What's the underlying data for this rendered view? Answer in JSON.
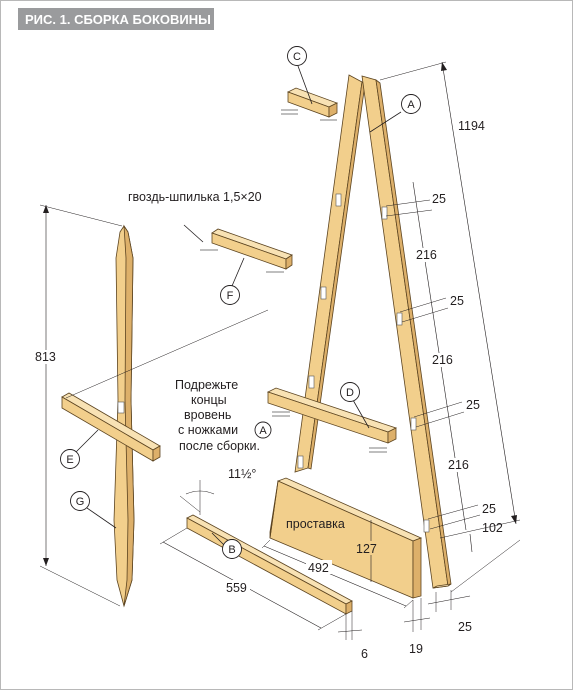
{
  "title": "РИС. 1. СБОРКА БОКОВИНЫ",
  "colors": {
    "title_bar": "#9a9b9d",
    "wood": "#f2cf8c",
    "border": "#b8b8b8"
  },
  "part_labels": {
    "A": "A",
    "B": "B",
    "C": "C",
    "D": "D",
    "E": "E",
    "F": "F",
    "G": "G"
  },
  "annotations": {
    "nail": "гвоздь-шпилька 1,5×20",
    "note_line1": "Подрежьте",
    "note_line2": "концы",
    "note_line3": "вровень",
    "note_line4": "с ножками",
    "note_line5": "после сборки.",
    "spacer": "проставка",
    "angle": "11½°"
  },
  "dimensions": {
    "height_total": "1194",
    "spacing_top": "25",
    "spacing_216_1": "216",
    "spacing_mid1": "25",
    "spacing_216_2": "216",
    "spacing_mid2": "25",
    "spacing_216_3": "216",
    "spacing_bot": "25",
    "base_depth": "102",
    "leg_width": "25",
    "gap_19": "19",
    "thickness_6": "6",
    "spacer_height": "127",
    "spacer_len": "492",
    "b_len": "559",
    "g_height": "813"
  }
}
